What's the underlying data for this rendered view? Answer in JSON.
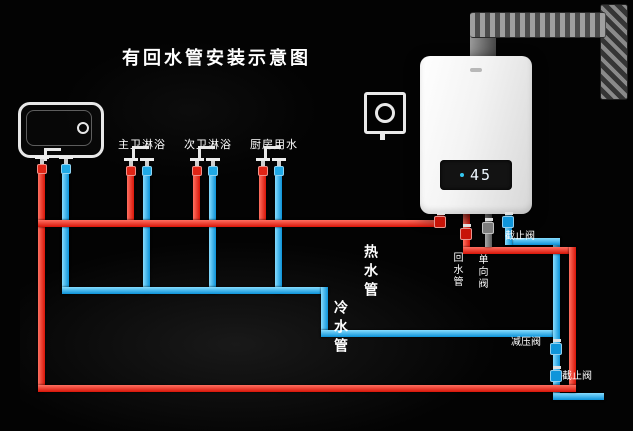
{
  "title": "有回水管安装示意图",
  "colors": {
    "hot_pipe": "#e02415",
    "cold_pipe": "#1fa9e6"
  },
  "fixtures": [
    {
      "label": "主卫淋浴"
    },
    {
      "label": "次卫淋浴"
    },
    {
      "label": "厨房用水"
    }
  ],
  "pipe_labels": {
    "hot": "热水管",
    "cold": "冷水管"
  },
  "valve_labels": {
    "heater_stop": "截止阀",
    "return_pipe": "回水管",
    "check_valve": "单向阀",
    "pressure_reducing": "减压阀",
    "inlet_stop": "截止阀"
  },
  "heater": {
    "display_value": "45"
  }
}
